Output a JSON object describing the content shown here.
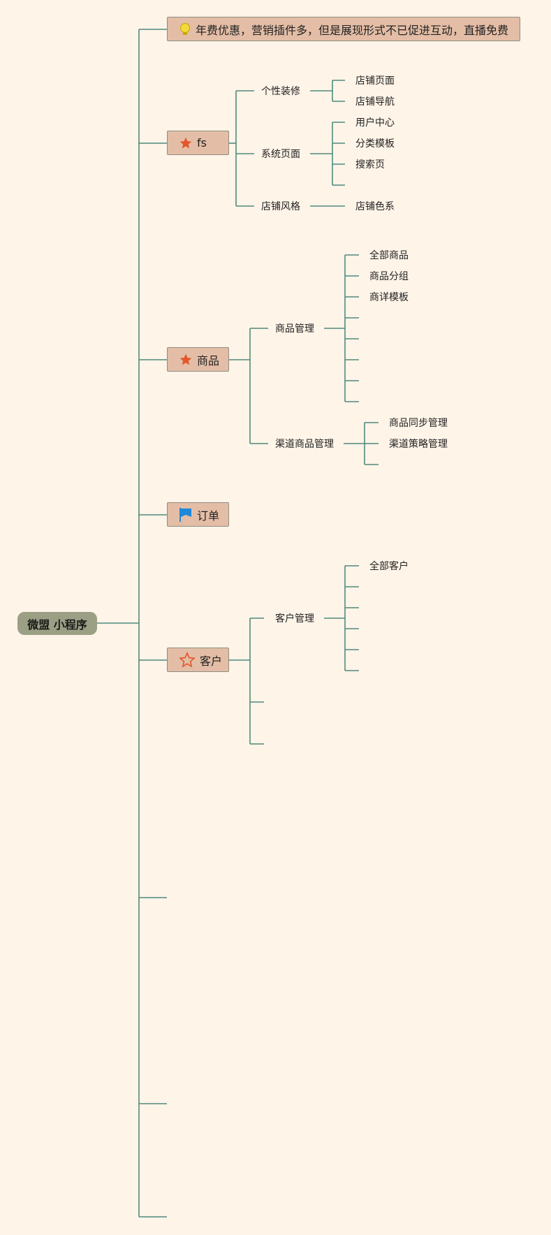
{
  "root": {
    "label": "微盟 小程序"
  },
  "branches": {
    "promo": {
      "label": "年费优惠，营销插件多，但是展现形式不已促进互动，直播免费",
      "icon": "lightbulb-icon"
    },
    "fs": {
      "label": "fs",
      "icon": "star-filled-icon",
      "children": [
        {
          "label": "个性装修",
          "children": [
            "店铺页面",
            "店铺导航"
          ]
        },
        {
          "label": "系统页面",
          "children": [
            "用户中心",
            "分类模板",
            "搜索页",
            ""
          ]
        },
        {
          "label": "店铺风格",
          "children": [
            "店铺色系"
          ]
        }
      ]
    },
    "goods": {
      "label": "商品",
      "icon": "star-filled-icon",
      "children": [
        {
          "label": "商品管理",
          "children": [
            "全部商品",
            "商品分组",
            "商详模板",
            "",
            "",
            "",
            "",
            ""
          ]
        },
        {
          "label": "渠道商品管理",
          "children": [
            "商品同步管理",
            "渠道策略管理",
            ""
          ]
        }
      ]
    },
    "orders": {
      "label": "订单",
      "icon": "flag-icon"
    },
    "customers": {
      "label": "客户",
      "icon": "star-outline-icon",
      "children": [
        {
          "label": "客户管理",
          "children": [
            "全部客户",
            "",
            "",
            "",
            "",
            ""
          ]
        },
        {
          "label": "",
          "children": []
        },
        {
          "label": "",
          "children": []
        }
      ]
    }
  },
  "colors": {
    "background": "#fff4e8",
    "connector": "#4f8a7c",
    "root_fill": "#9b9f84",
    "branch_fill": "#e4bda6",
    "star": "#e2572b",
    "flag": "#1e88d9",
    "bulb": "#f3d93a"
  }
}
